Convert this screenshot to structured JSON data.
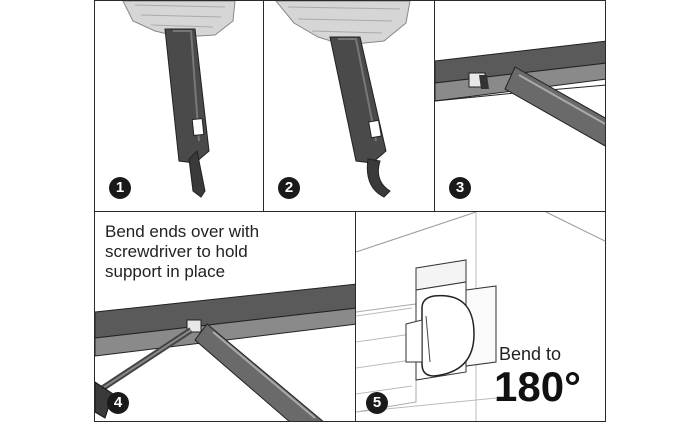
{
  "steps": [
    {
      "number": "1"
    },
    {
      "number": "2"
    },
    {
      "number": "3"
    },
    {
      "number": "4",
      "caption": [
        "Bend ends over with",
        "screwdriver to hold",
        "support in place"
      ]
    },
    {
      "number": "5",
      "label_small": "Bend to",
      "label_big": "180°"
    }
  ]
}
